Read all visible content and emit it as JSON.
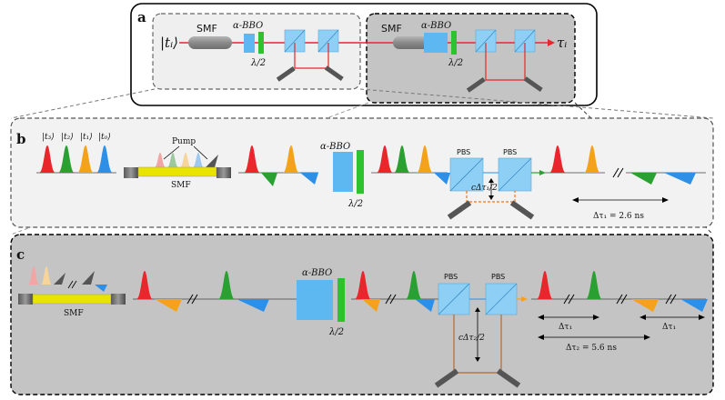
{
  "panel_a": {
    "label": "a",
    "input_state": "|tᵢ⟩",
    "output": "τᵢ",
    "stage1": {
      "fiber": "SMF",
      "crystal": "α-BBO",
      "waveplate": "λ/2"
    },
    "stage2": {
      "fiber": "SMF",
      "crystal": "α-BBO",
      "waveplate": "λ/2"
    }
  },
  "panel_b": {
    "label": "b",
    "states": [
      "|t₃⟩",
      "|t₂⟩",
      "|t₁⟩",
      "|t₀⟩"
    ],
    "pump": "Pump",
    "fiber": "SMF",
    "crystal": "α-BBO",
    "waveplate": "λ/2",
    "pbs_left": "PBS",
    "pbs_right": "PBS",
    "delay_label": "cΔτ₁/2",
    "delay_measure": "Δτ₁ = 2.6 ns"
  },
  "panel_c": {
    "label": "c",
    "fiber": "SMF",
    "crystal": "α-BBO",
    "waveplate": "λ/2",
    "pbs_left": "PBS",
    "pbs_right": "PBS",
    "delay_label": "cΔτ₂/2",
    "tau_left": "Δτ₁",
    "tau_right": "Δτ₁",
    "delay_measure": "Δτ₂ = 5.6 ns"
  },
  "colors": {
    "red": "#e8262b",
    "green": "#2aa032",
    "orange": "#f5a21b",
    "blue": "#2e8fe6",
    "crystal": "#5db7f0",
    "waveplate": "#2ec22e",
    "beam": "#e8262b",
    "fiber_core": "#e9e300",
    "panel_b_bg": "#f2f2f2",
    "panel_c_bg": "#c4c4c4"
  }
}
